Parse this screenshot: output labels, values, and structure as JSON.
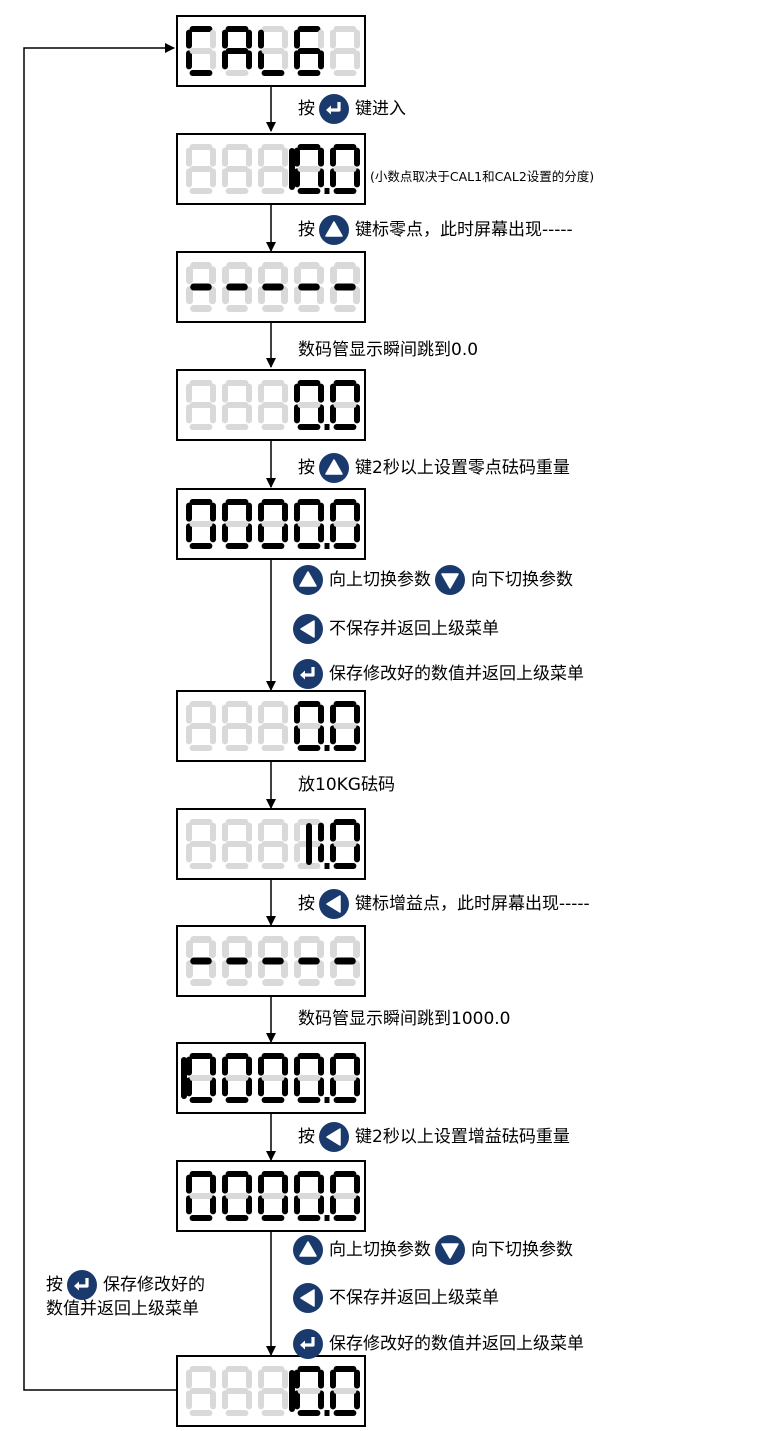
{
  "colors": {
    "icon_bg": "#1a3a6e",
    "segment_on": "#000000",
    "segment_off": "#d9d9d9",
    "line": "#000000"
  },
  "displays": [
    {
      "id": "d1",
      "digits": [
        "C",
        "A",
        "L",
        "6",
        "8"
      ],
      "lit": [
        true,
        true,
        true,
        true,
        false
      ],
      "dp": [
        false,
        false,
        false,
        false,
        false
      ]
    },
    {
      "id": "d2",
      "digits": [
        "8",
        "8",
        "8",
        "0",
        "0"
      ],
      "lit": [
        false,
        false,
        false,
        true,
        true
      ],
      "dp": [
        false,
        false,
        false,
        true,
        false
      ],
      "prefix_one": true
    },
    {
      "id": "d3",
      "digits": [
        "-",
        "-",
        "-",
        "-",
        "-"
      ],
      "lit": [
        true,
        true,
        true,
        true,
        true
      ],
      "dp": [
        false,
        false,
        false,
        false,
        false
      ]
    },
    {
      "id": "d4",
      "digits": [
        "8",
        "8",
        "8",
        "0",
        "0"
      ],
      "lit": [
        false,
        false,
        false,
        true,
        true
      ],
      "dp": [
        false,
        false,
        false,
        true,
        false
      ]
    },
    {
      "id": "d5",
      "digits": [
        "0",
        "0",
        "0",
        "0",
        "0"
      ],
      "lit": [
        true,
        true,
        true,
        true,
        true
      ],
      "dp": [
        false,
        false,
        false,
        true,
        false
      ]
    },
    {
      "id": "d6",
      "digits": [
        "8",
        "8",
        "8",
        "0",
        "0"
      ],
      "lit": [
        false,
        false,
        false,
        true,
        true
      ],
      "dp": [
        false,
        false,
        false,
        true,
        false
      ]
    },
    {
      "id": "d7",
      "digits": [
        "8",
        "8",
        "8",
        "1",
        "0"
      ],
      "lit": [
        false,
        false,
        false,
        true,
        true
      ],
      "dp": [
        false,
        false,
        false,
        true,
        false
      ],
      "one_at": 3
    },
    {
      "id": "d8",
      "digits": [
        "-",
        "-",
        "-",
        "-",
        "-"
      ],
      "lit": [
        true,
        true,
        true,
        true,
        true
      ],
      "dp": [
        false,
        false,
        false,
        false,
        false
      ]
    },
    {
      "id": "d9",
      "digits": [
        "0",
        "0",
        "0",
        "0",
        "0"
      ],
      "lit": [
        true,
        true,
        true,
        true,
        true
      ],
      "dp": [
        false,
        false,
        false,
        true,
        false
      ],
      "prefix_one": true
    },
    {
      "id": "d10",
      "digits": [
        "0",
        "0",
        "0",
        "0",
        "0"
      ],
      "lit": [
        true,
        true,
        true,
        true,
        true
      ],
      "dp": [
        false,
        false,
        false,
        true,
        false
      ]
    },
    {
      "id": "d11",
      "digits": [
        "8",
        "8",
        "8",
        "0",
        "0"
      ],
      "lit": [
        false,
        false,
        false,
        true,
        true
      ],
      "dp": [
        false,
        false,
        false,
        true,
        false
      ],
      "prefix_one": true
    }
  ],
  "labels": {
    "l1_a": "按",
    "l1_b": "键进入",
    "l2_note": "(小数点取决于CAL1和CAL2设置的分度)",
    "l3_a": "按",
    "l3_b": "键标零点，此时屏幕出现-----",
    "l4": "数码管显示瞬间跳到0.0",
    "l5_a": "按",
    "l5_b": "键2秒以上设置零点砝码重量",
    "up_switch": "向上切换参数",
    "down_switch": "向下切换参数",
    "no_save": "不保存并返回上级菜单",
    "save": "保存修改好的数值并返回上级菜单",
    "l7": "放10KG砝码",
    "l8_a": "按",
    "l8_b": "键标增益点，此时屏幕出现-----",
    "l9": "数码管显示瞬间跳到1000.0",
    "l10_a": "按",
    "l10_b": "键2秒以上设置增益砝码重量",
    "left_a": "按",
    "left_b": "保存修改好的",
    "left_c": "数值并返回上级菜单"
  },
  "icons": [
    "enter-icon",
    "up-triangle-icon",
    "down-triangle-icon",
    "left-triangle-icon"
  ]
}
